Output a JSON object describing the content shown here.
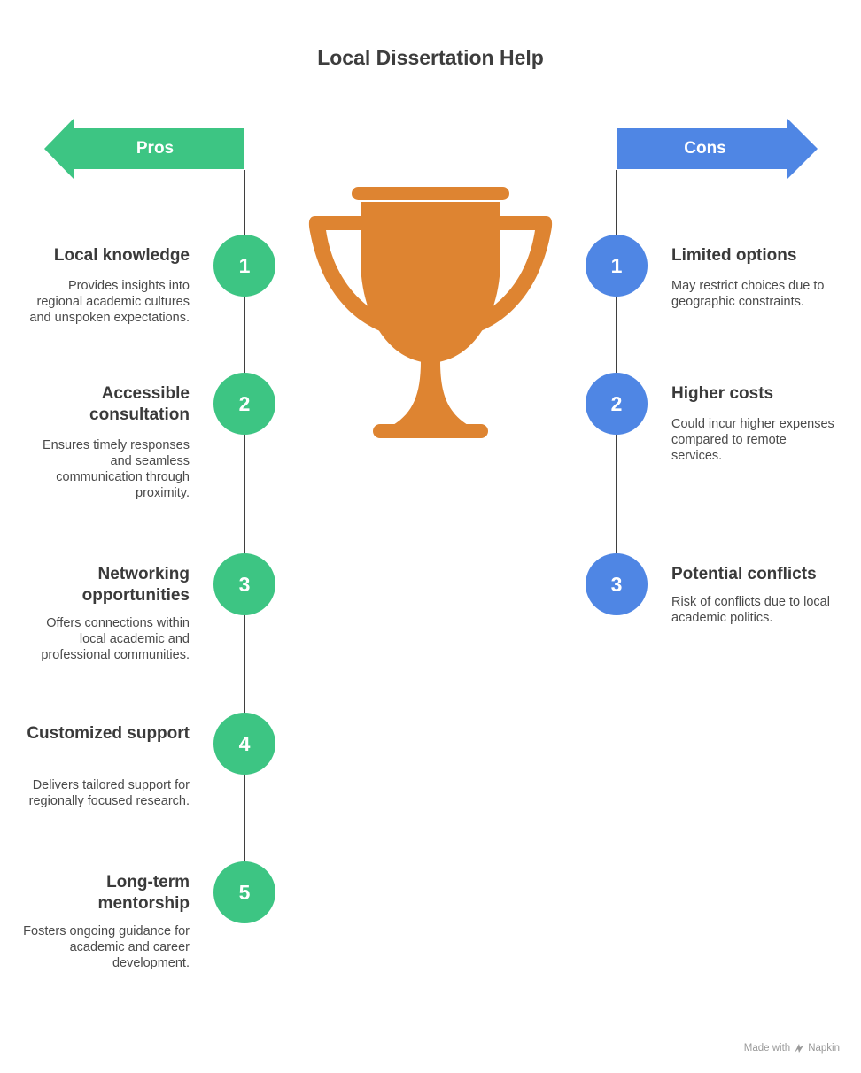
{
  "title": "Local Dissertation Help",
  "colors": {
    "pros": "#3dc583",
    "cons": "#4f86e4",
    "trophy": "#de8431"
  },
  "pros": {
    "label": "Pros",
    "items": [
      {
        "num": "1",
        "title": "Local knowledge",
        "desc": "Provides insights into regional academic cultures and unspoken expectations."
      },
      {
        "num": "2",
        "title": "Accessible consultation",
        "desc": "Ensures timely responses and seamless communication through proximity."
      },
      {
        "num": "3",
        "title": "Networking opportunities",
        "desc": "Offers connections within local academic and professional communities."
      },
      {
        "num": "4",
        "title": "Customized support",
        "desc": "Delivers tailored support for regionally focused research."
      },
      {
        "num": "5",
        "title": "Long-term mentorship",
        "desc": "Fosters ongoing guidance for academic and career development."
      }
    ]
  },
  "cons": {
    "label": "Cons",
    "items": [
      {
        "num": "1",
        "title": "Limited options",
        "desc": "May restrict choices due to geographic constraints."
      },
      {
        "num": "2",
        "title": "Higher costs",
        "desc": "Could incur higher expenses compared to remote services."
      },
      {
        "num": "3",
        "title": "Potential conflicts",
        "desc": "Risk of conflicts due to local academic politics."
      }
    ]
  },
  "footer": {
    "made_with": "Made with",
    "brand": "Napkin"
  },
  "icons": {
    "center": "trophy-icon",
    "footer": "napkin-logo-icon"
  }
}
